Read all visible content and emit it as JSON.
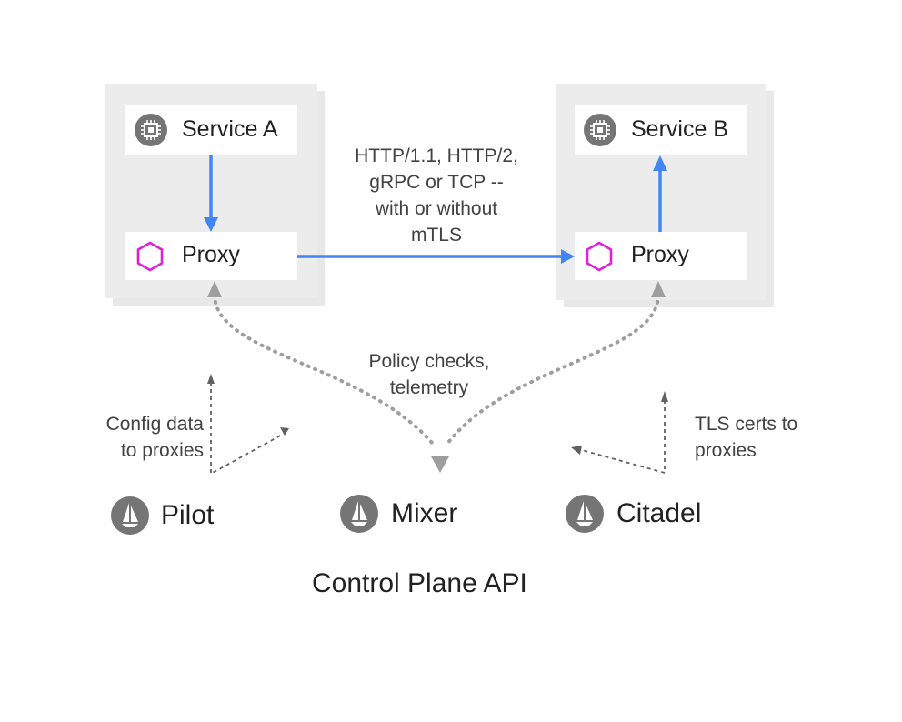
{
  "services": {
    "a": {
      "service_label": "Service A",
      "proxy_label": "Proxy"
    },
    "b": {
      "service_label": "Service B",
      "proxy_label": "Proxy"
    }
  },
  "protocol_label": [
    "HTTP/1.1, HTTP/2,",
    "gRPC or TCP --",
    "with or without",
    "mTLS"
  ],
  "policy_label": [
    "Policy checks,",
    "telemetry"
  ],
  "config_label": [
    "Config data",
    "to proxies"
  ],
  "tls_label": [
    "TLS certs to",
    "proxies"
  ],
  "components": {
    "pilot": "Pilot",
    "mixer": "Mixer",
    "citadel": "Citadel"
  },
  "control_plane_label": "Control Plane API",
  "icons": {
    "service": "chip-icon",
    "proxy": "hexagon-icon",
    "component": "sailboat-icon"
  },
  "colors": {
    "data_flow": "#4285f4",
    "proxy_hexagon": "#e020d8",
    "control_flow": "#9e9e9e",
    "icon_gray": "#757575",
    "pod_bg": "#ececec"
  }
}
